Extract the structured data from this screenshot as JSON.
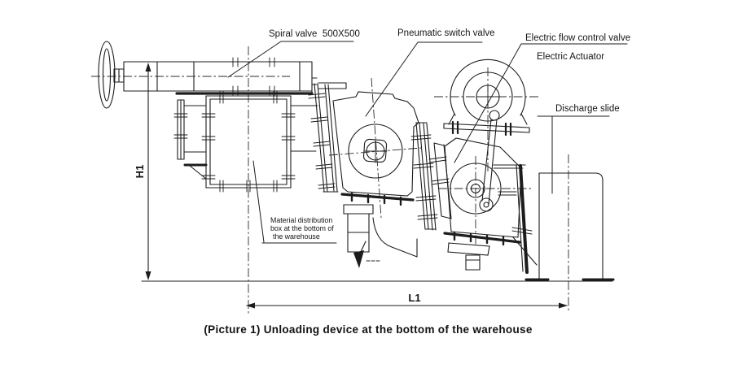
{
  "colors": {
    "line": "#1c1c1c",
    "background": "#ffffff"
  },
  "labels": {
    "spiral_valve": "Spiral valve  500X500",
    "pneumatic_switch_valve": "Pneumatic switch valve",
    "electric_flow_control_valve": "Electric flow control valve",
    "electric_actuator": "Electric Actuator",
    "discharge_slide": "Discharge slide",
    "material_box": {
      "line1": "Material distribution",
      "line2": "box at the bottom of",
      "line3": "the warehouse"
    }
  },
  "dimensions": {
    "height_label": "H1",
    "length_label": "L1"
  },
  "caption": "(Picture 1) Unloading device at the bottom of the warehouse"
}
